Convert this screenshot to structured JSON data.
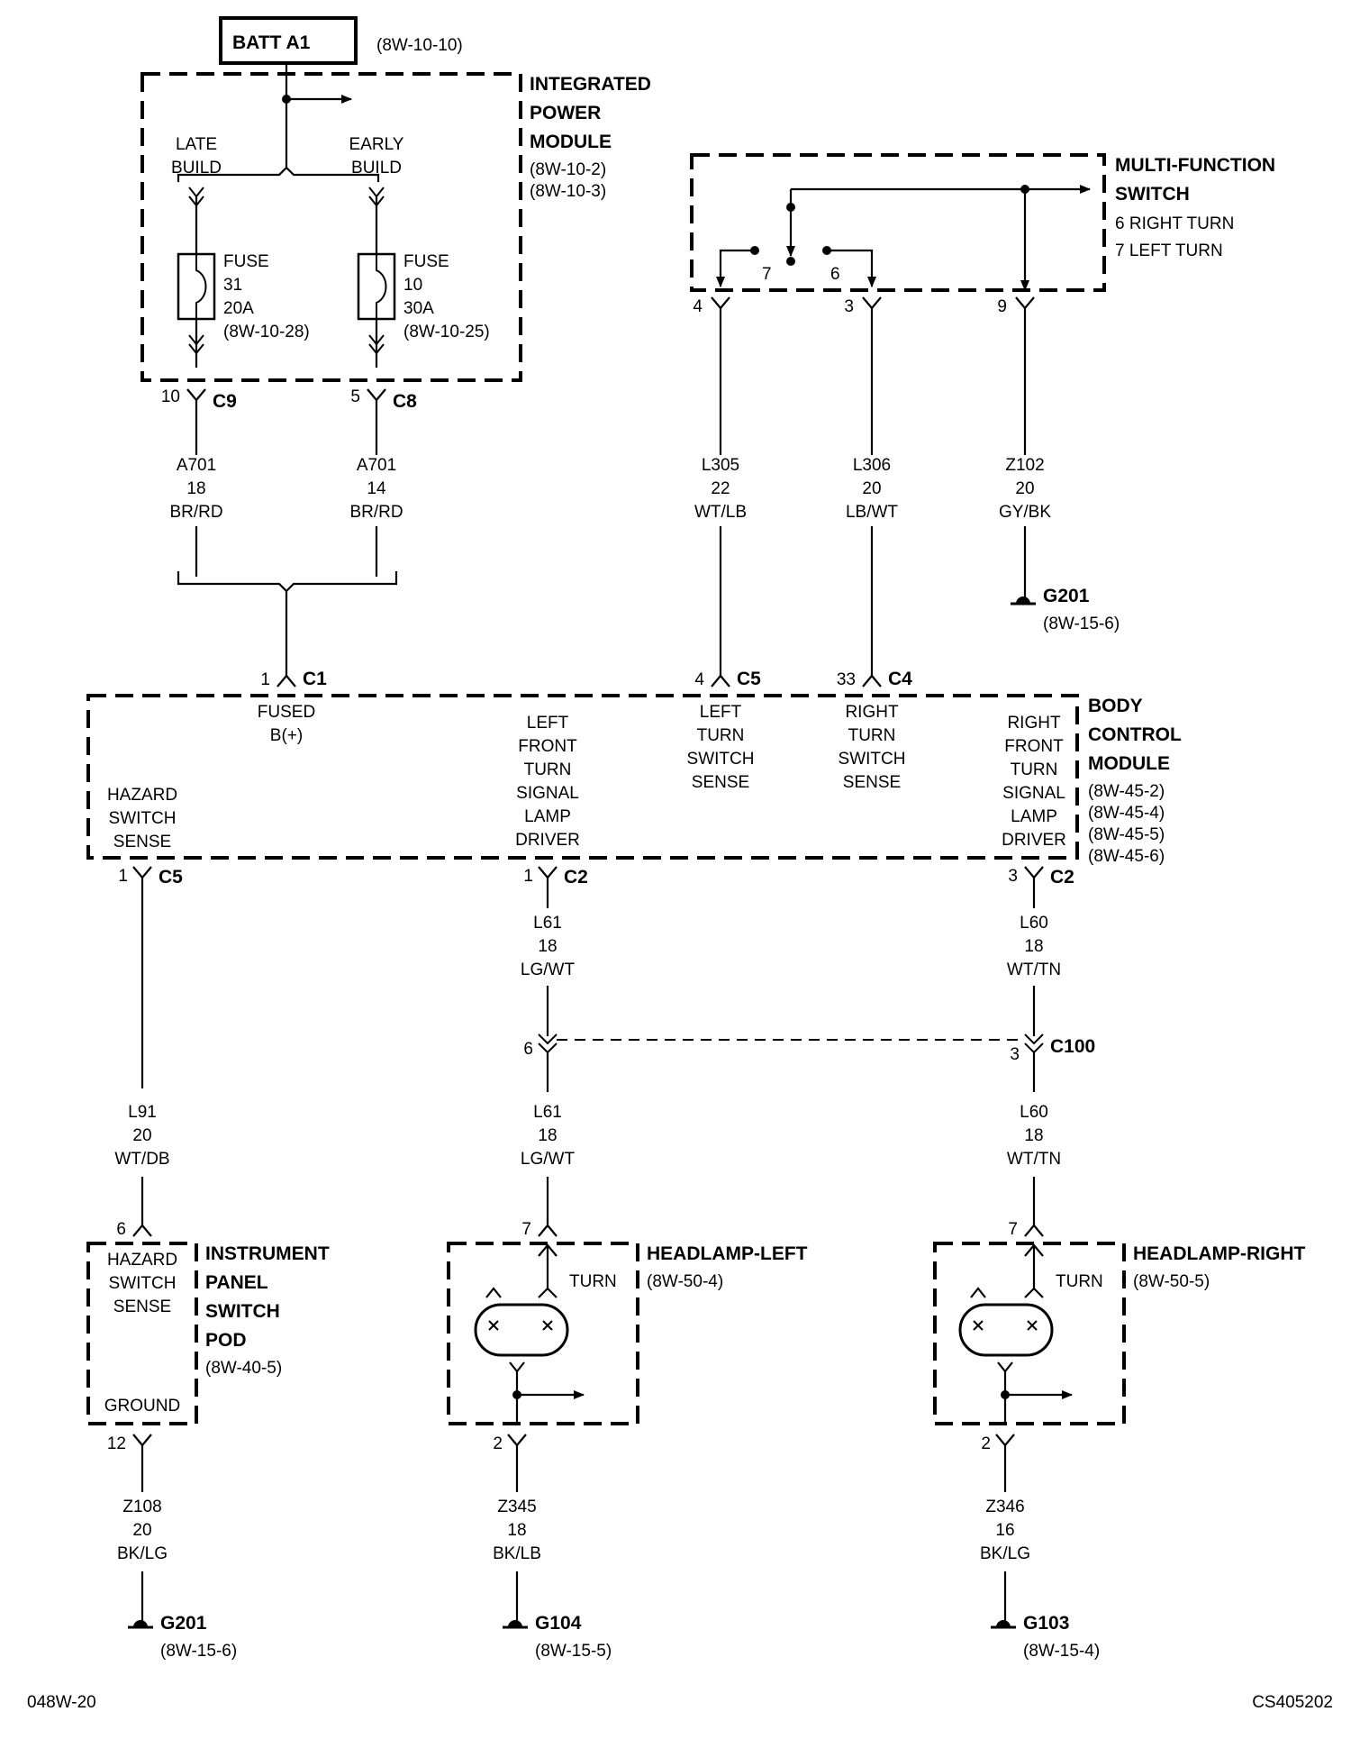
{
  "battery": {
    "label": "BATT A1",
    "ref": "(8W-10-10)"
  },
  "ipm": {
    "title": [
      "INTEGRATED",
      "POWER",
      "MODULE"
    ],
    "refs": [
      "(8W-10-2)",
      "(8W-10-3)"
    ],
    "late_build": [
      "LATE",
      "BUILD"
    ],
    "early_build": [
      "EARLY",
      "BUILD"
    ],
    "fuses": [
      {
        "label": "FUSE",
        "number": "31",
        "rating": "20A",
        "ref": "(8W-10-28)"
      },
      {
        "label": "FUSE",
        "number": "10",
        "rating": "30A",
        "ref": "(8W-10-25)"
      }
    ],
    "connectors": [
      {
        "pin": "10",
        "label": "C9"
      },
      {
        "pin": "5",
        "label": "C8"
      }
    ]
  },
  "mfs": {
    "title": [
      "MULTI-FUNCTION",
      "SWITCH"
    ],
    "notes": [
      "6 RIGHT TURN",
      "7 LEFT TURN"
    ],
    "contacts": [
      "7",
      "6"
    ],
    "pins": [
      "4",
      "3",
      "9"
    ]
  },
  "wires": {
    "a701_18": [
      "A701",
      "18",
      "BR/RD"
    ],
    "a701_14": [
      "A701",
      "14",
      "BR/RD"
    ],
    "l305": [
      "L305",
      "22",
      "WT/LB"
    ],
    "l306": [
      "L306",
      "20",
      "LB/WT"
    ],
    "z102": [
      "Z102",
      "20",
      "GY/BK"
    ],
    "l61": [
      "L61",
      "18",
      "LG/WT"
    ],
    "l60": [
      "L60",
      "18",
      "WT/TN"
    ],
    "l91": [
      "L91",
      "20",
      "WT/DB"
    ],
    "z108": [
      "Z108",
      "20",
      "BK/LG"
    ],
    "z345": [
      "Z345",
      "18",
      "BK/LB"
    ],
    "z346": [
      "Z346",
      "16",
      "BK/LG"
    ]
  },
  "bcm": {
    "title": [
      "BODY",
      "CONTROL",
      "MODULE"
    ],
    "refs": [
      "(8W-45-2)",
      "(8W-45-4)",
      "(8W-45-5)",
      "(8W-45-6)"
    ],
    "fused": [
      "FUSED",
      "B(+)"
    ],
    "hazard": [
      "HAZARD",
      "SWITCH",
      "SENSE"
    ],
    "lf_driver": [
      "LEFT",
      "FRONT",
      "TURN",
      "SIGNAL",
      "LAMP",
      "DRIVER"
    ],
    "left_sense": [
      "LEFT",
      "TURN",
      "SWITCH",
      "SENSE"
    ],
    "right_sense": [
      "RIGHT",
      "TURN",
      "SWITCH",
      "SENSE"
    ],
    "rf_driver": [
      "RIGHT",
      "FRONT",
      "TURN",
      "SIGNAL",
      "LAMP",
      "DRIVER"
    ],
    "connectors": {
      "c1": {
        "pin": "1",
        "label": "C1"
      },
      "c5_top": {
        "pin": "4",
        "label": "C5"
      },
      "c4": {
        "pin": "33",
        "label": "C4"
      },
      "c5_bottom": {
        "pin": "1",
        "label": "C5"
      },
      "c2_left": {
        "pin": "1",
        "label": "C2"
      },
      "c2_right": {
        "pin": "3",
        "label": "C2"
      }
    }
  },
  "c100": {
    "label": "C100",
    "left_pin": "6",
    "right_pin": "3"
  },
  "switch_pod": {
    "title": [
      "INSTRUMENT",
      "PANEL",
      "SWITCH",
      "POD"
    ],
    "ref": "(8W-40-5)",
    "sense": [
      "HAZARD",
      "SWITCH",
      "SENSE"
    ],
    "ground": "GROUND",
    "top_pin": "6",
    "bottom_pin": "12"
  },
  "headlamp_left": {
    "title": "HEADLAMP-LEFT",
    "ref": "(8W-50-4)",
    "turn": "TURN",
    "top_pin": "7",
    "bottom_pin": "2"
  },
  "headlamp_right": {
    "title": "HEADLAMP-RIGHT",
    "ref": "(8W-50-5)",
    "turn": "TURN",
    "top_pin": "7",
    "bottom_pin": "2"
  },
  "grounds": [
    {
      "label": "G201",
      "ref": "(8W-15-6)"
    },
    {
      "label": "G201",
      "ref": "(8W-15-6)"
    },
    {
      "label": "G104",
      "ref": "(8W-15-5)"
    },
    {
      "label": "G103",
      "ref": "(8W-15-4)"
    }
  ],
  "footer": {
    "left": "048W-20",
    "right": "CS405202"
  }
}
